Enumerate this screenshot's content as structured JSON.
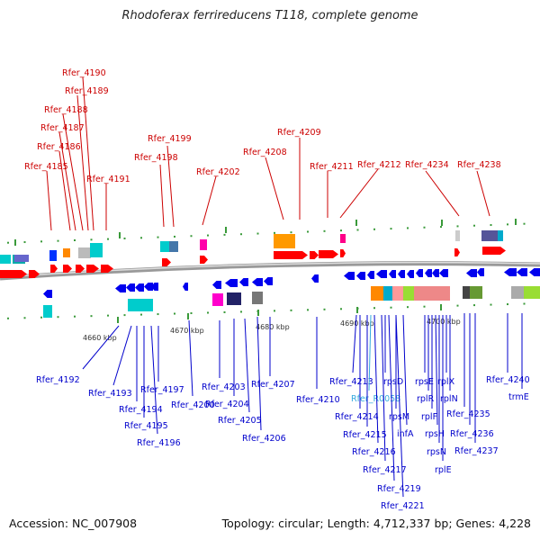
{
  "title": "Rhodoferax ferrireducens T118, complete genome",
  "footer": {
    "accession": "Accession: NC_007908",
    "summary": "Topology: circular; Length: 4,712,337 bp; Genes: 4,228"
  },
  "colors": {
    "forward_label": "#cc0000",
    "reverse_label": "#0000cc",
    "rna_label": "#33aadd",
    "backbone": "#777777"
  },
  "ticks": [
    "4660 kbp",
    "4670 kbp",
    "4680 kbp",
    "4690 kbp",
    "4700 kbp"
  ],
  "forward_labels": [
    "Rfer_4190",
    "Rfer_4189",
    "Rfer_4188",
    "Rfer_4187",
    "Rfer_4186",
    "Rfer_4185",
    "Rfer_4191",
    "Rfer_4199",
    "Rfer_4198",
    "Rfer_4202",
    "Rfer_4209",
    "Rfer_4208",
    "Rfer_4211",
    "Rfer_4212",
    "Rfer_4234",
    "Rfer_4238"
  ],
  "reverse_labels": [
    "Rfer_4192",
    "Rfer_4193",
    "Rfer_4194",
    "Rfer_4195",
    "Rfer_4196",
    "Rfer_4197",
    "Rfer_4200",
    "Rfer_4203",
    "Rfer_4204",
    "Rfer_4205",
    "Rfer_4206",
    "Rfer_4207",
    "Rfer_4210",
    "Rfer_4213",
    "Rfer_R0058",
    "Rfer_4214",
    "Rfer_4215",
    "Rfer_4216",
    "Rfer_4217",
    "Rfer_4219",
    "Rfer_4221",
    "rpsD",
    "rpsM",
    "infA",
    "rpsE",
    "rplR",
    "rplF",
    "rpsH",
    "rpsN",
    "rplE",
    "rplX",
    "rplN",
    "Rfer_4235",
    "Rfer_4236",
    "Rfer_4237",
    "Rfer_4240",
    "trmE"
  ]
}
